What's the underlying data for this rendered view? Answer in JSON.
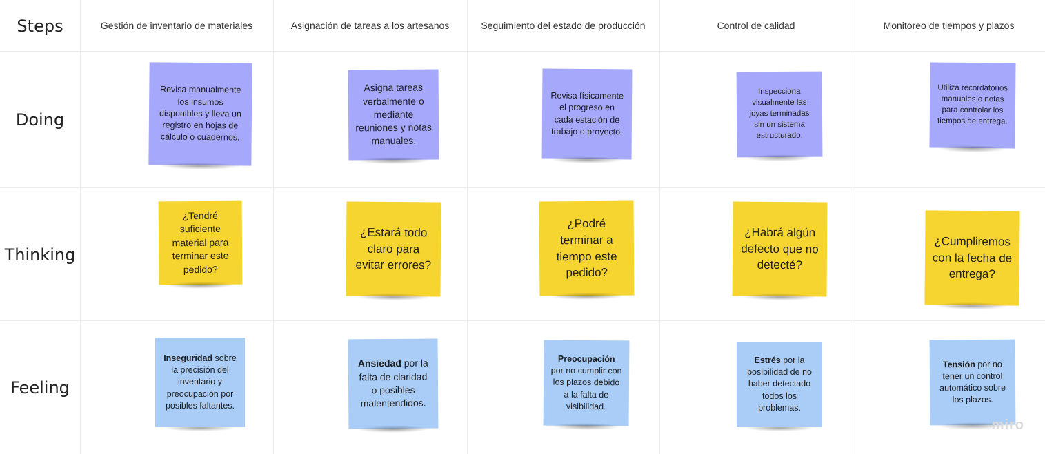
{
  "rows": {
    "steps": "Steps",
    "doing": "Doing",
    "thinking": "Thinking",
    "feeling": "Feeling"
  },
  "steps": [
    "Gestión de inventario de materiales",
    "Asignación de tareas a los artesanos",
    "Seguimiento del estado de producción",
    "Control de calidad",
    "Monitoreo de tiempos y plazos"
  ],
  "doing": [
    "Revisa manualmente los insumos disponibles y lleva un registro en hojas de cálculo o cuadernos.",
    "Asigna tareas verbalmente o mediante reuniones y notas manuales.",
    "Revisa físicamente el progreso en cada estación de trabajo o proyecto.",
    "Inspecciona visualmente las joyas terminadas sin un sistema estructurado.",
    "Utiliza recordatorios manuales o notas para controlar los tiempos de entrega."
  ],
  "thinking": [
    "¿Tendré suficiente material para terminar este pedido?",
    "¿Estará todo claro para evitar errores?",
    "¿Podré terminar a tiempo este pedido?",
    "¿Habrá algún defecto que no detecté?",
    "¿Cumpliremos con la fecha de entrega?"
  ],
  "feeling": [
    {
      "bold": "Inseguridad",
      "text": " sobre la precisión del inventario y preocupación por posibles faltantes."
    },
    {
      "bold": "Ansiedad",
      "text": " por la falta de claridad o posibles malentendidos."
    },
    {
      "bold": "Preocupación",
      "text": " por no cumplir con los plazos debido a la falta de visibilidad."
    },
    {
      "bold": "Estrés",
      "text": " por la posibilidad de no haber detectado todos los problemas."
    },
    {
      "bold": "Tensión",
      "text": " por no tener un control automático sobre los plazos."
    }
  ],
  "watermark": "miro",
  "colors": {
    "doing": "#a6a9fb",
    "thinking": "#f6d530",
    "feeling": "#a9cdf7"
  }
}
